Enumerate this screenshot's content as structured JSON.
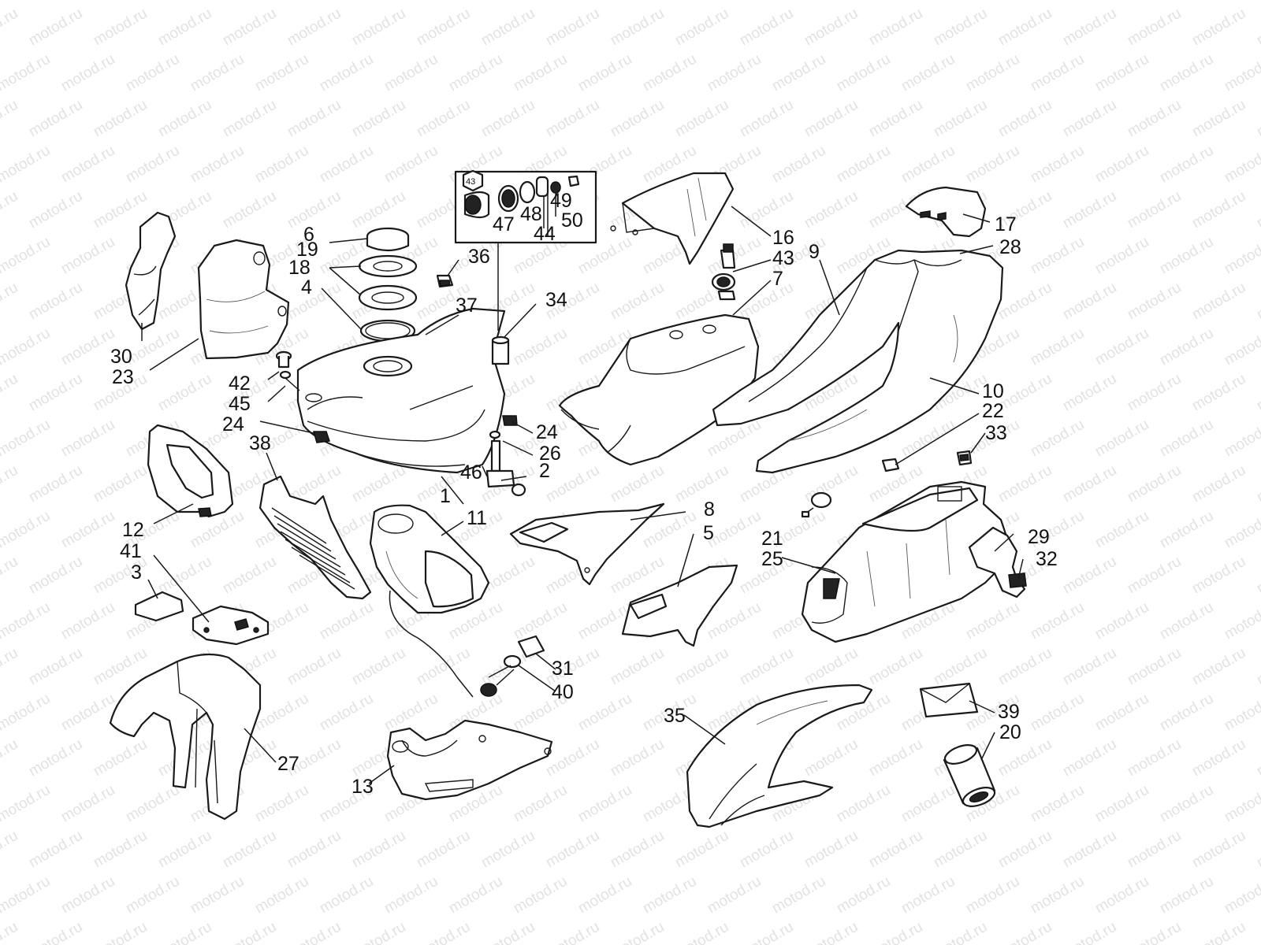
{
  "watermark": "motod.ru",
  "inset_badge": "43",
  "callouts": [
    {
      "id": "c1",
      "text": "1"
    },
    {
      "id": "c2",
      "text": "2"
    },
    {
      "id": "c3",
      "text": "3"
    },
    {
      "id": "c4",
      "text": "4"
    },
    {
      "id": "c5",
      "text": "5"
    },
    {
      "id": "c6",
      "text": "6"
    },
    {
      "id": "c7",
      "text": "7"
    },
    {
      "id": "c8",
      "text": "8"
    },
    {
      "id": "c9",
      "text": "9"
    },
    {
      "id": "c10",
      "text": "10"
    },
    {
      "id": "c11",
      "text": "11"
    },
    {
      "id": "c12",
      "text": "12"
    },
    {
      "id": "c13",
      "text": "13"
    },
    {
      "id": "c16",
      "text": "16"
    },
    {
      "id": "c17",
      "text": "17"
    },
    {
      "id": "c18",
      "text": "18"
    },
    {
      "id": "c19",
      "text": "19"
    },
    {
      "id": "c20",
      "text": "20"
    },
    {
      "id": "c21",
      "text": "21"
    },
    {
      "id": "c22",
      "text": "22"
    },
    {
      "id": "c23",
      "text": "23"
    },
    {
      "id": "c24a",
      "text": "24"
    },
    {
      "id": "c24b",
      "text": "24"
    },
    {
      "id": "c25",
      "text": "25"
    },
    {
      "id": "c26",
      "text": "26"
    },
    {
      "id": "c27",
      "text": "27"
    },
    {
      "id": "c28",
      "text": "28"
    },
    {
      "id": "c29",
      "text": "29"
    },
    {
      "id": "c30",
      "text": "30"
    },
    {
      "id": "c31",
      "text": "31"
    },
    {
      "id": "c32",
      "text": "32"
    },
    {
      "id": "c33",
      "text": "33"
    },
    {
      "id": "c34",
      "text": "34"
    },
    {
      "id": "c35",
      "text": "35"
    },
    {
      "id": "c36",
      "text": "36"
    },
    {
      "id": "c37",
      "text": "37"
    },
    {
      "id": "c38",
      "text": "38"
    },
    {
      "id": "c39",
      "text": "39"
    },
    {
      "id": "c40",
      "text": "40"
    },
    {
      "id": "c41",
      "text": "41"
    },
    {
      "id": "c42",
      "text": "42"
    },
    {
      "id": "c43",
      "text": "43"
    },
    {
      "id": "c44",
      "text": "44"
    },
    {
      "id": "c45",
      "text": "45"
    },
    {
      "id": "c46",
      "text": "46"
    },
    {
      "id": "c47",
      "text": "47"
    },
    {
      "id": "c48",
      "text": "48"
    },
    {
      "id": "c49",
      "text": "49"
    },
    {
      "id": "c50",
      "text": "50"
    }
  ]
}
